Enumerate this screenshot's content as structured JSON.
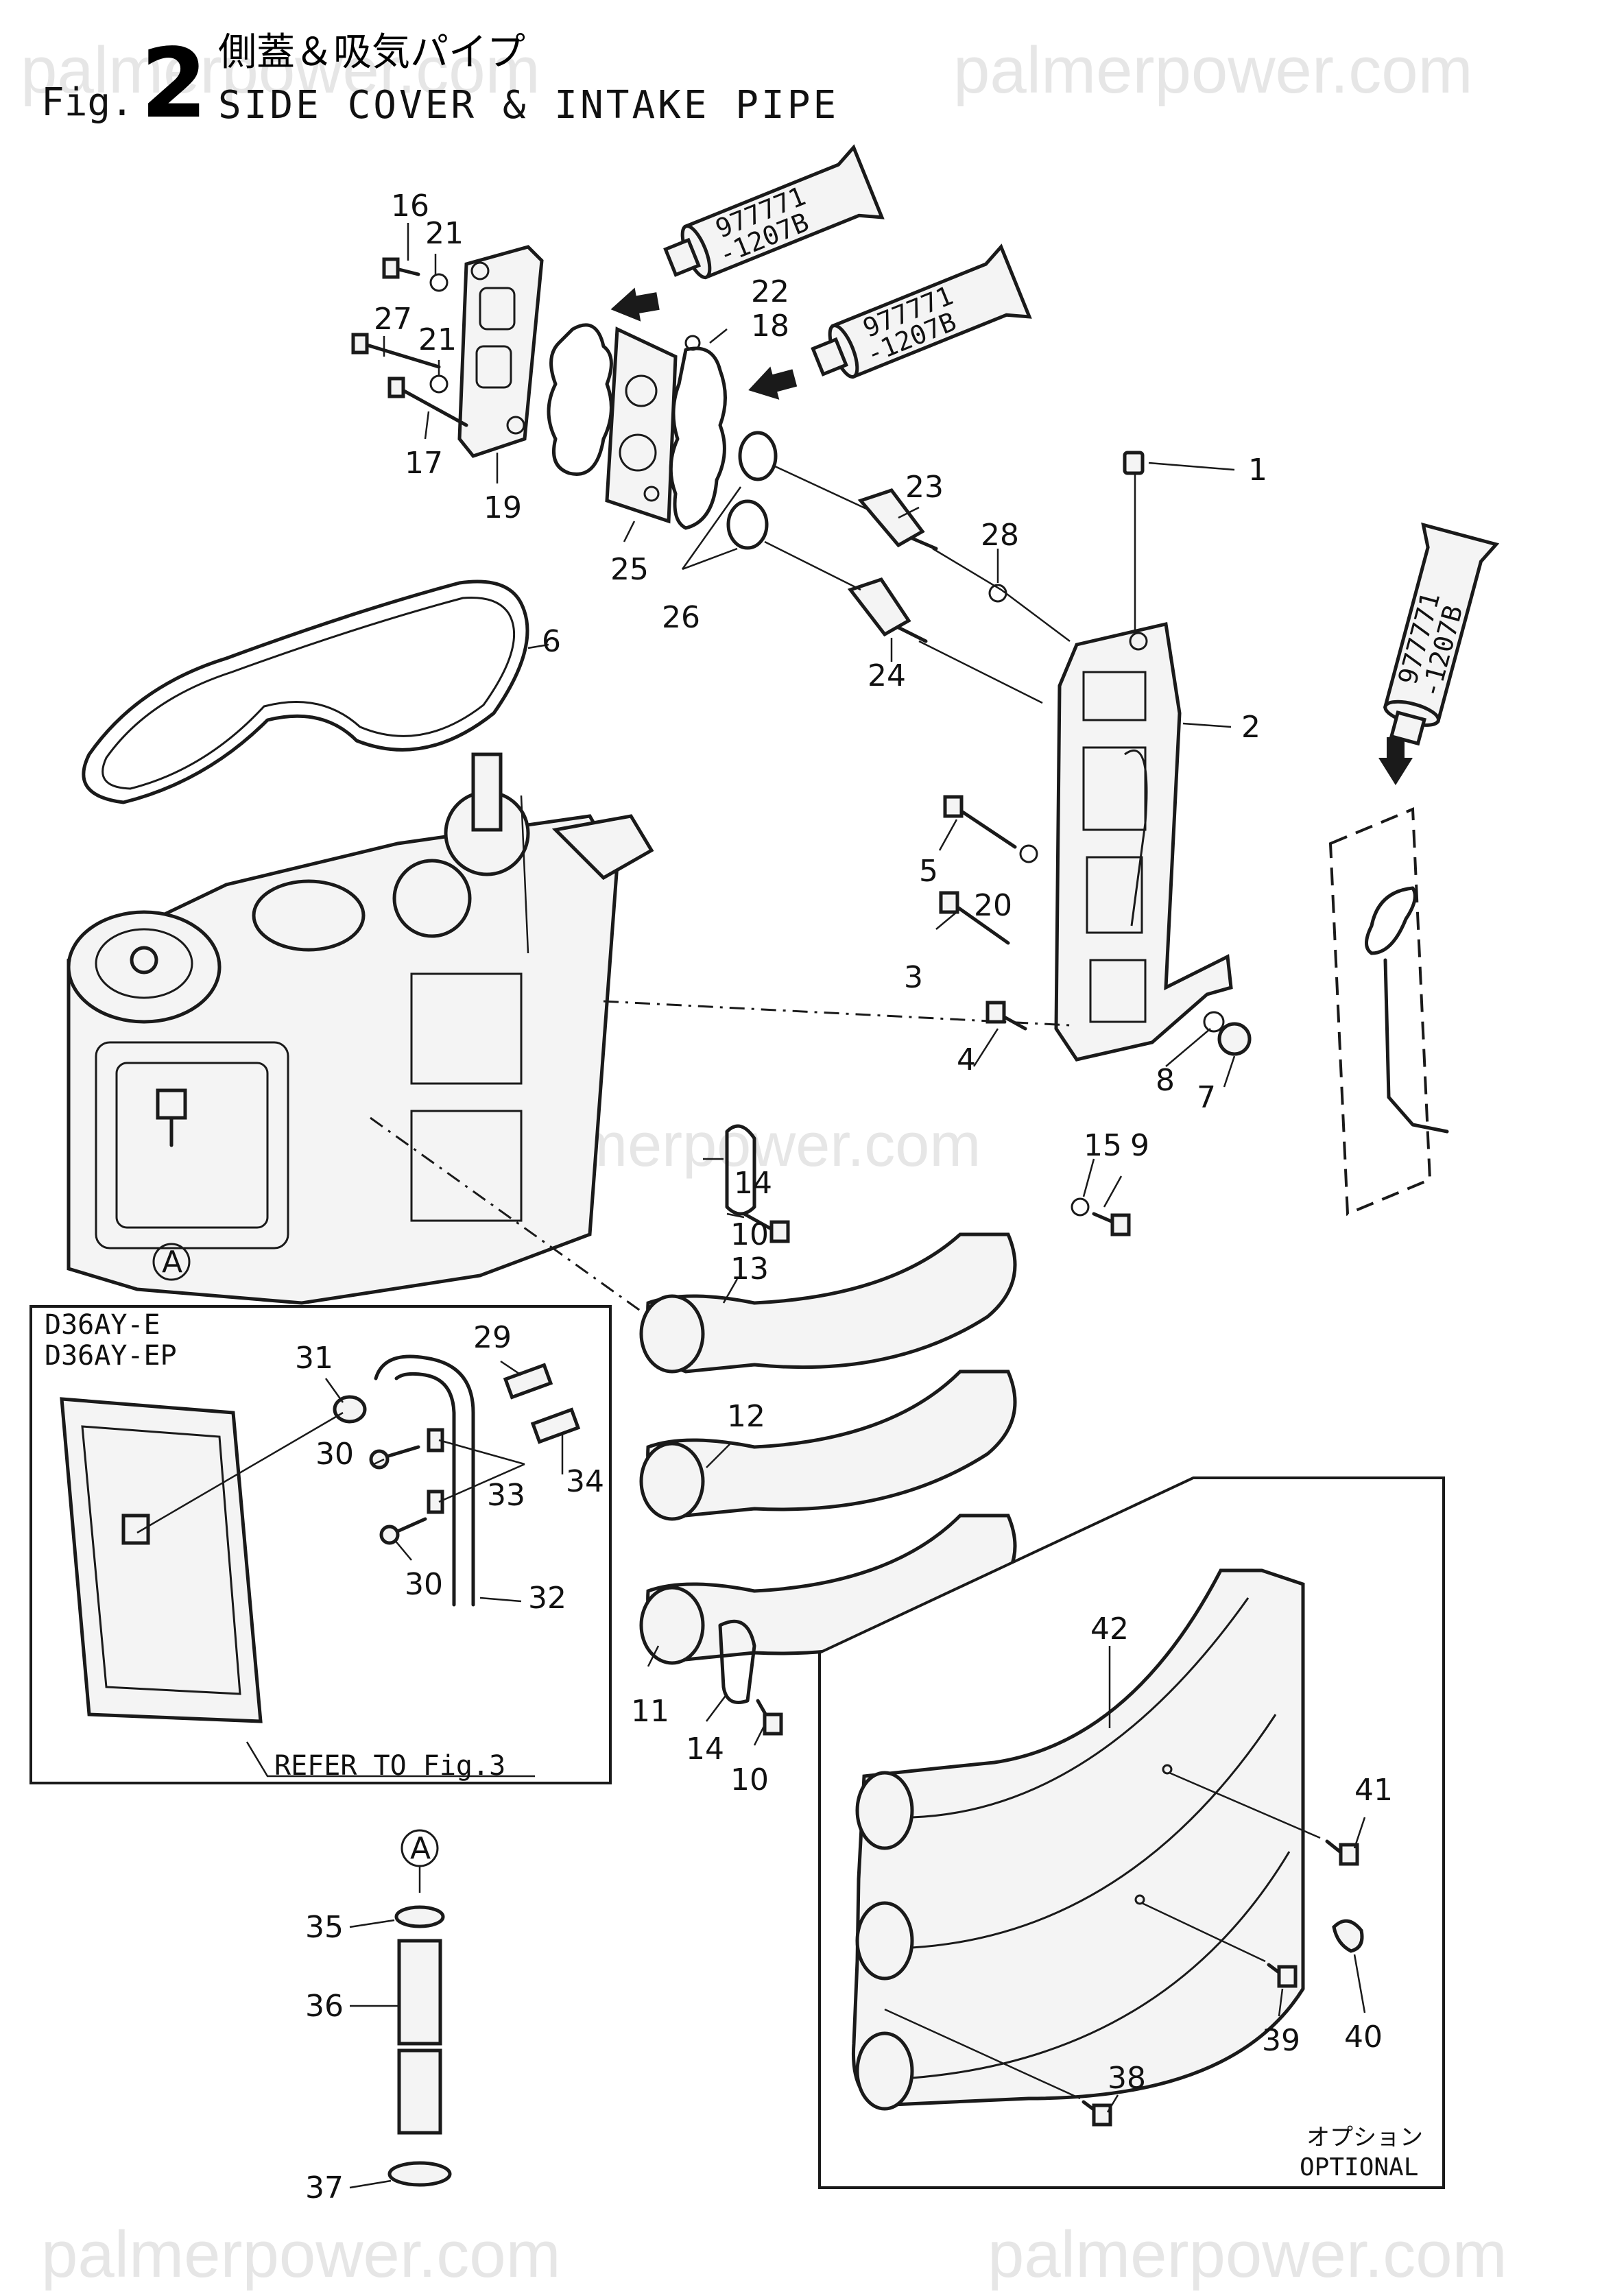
{
  "watermark": "palmerpower.com",
  "header": {
    "fig_prefix": "Fig.",
    "fig_number": "2",
    "title_jp": "側蓋＆吸気パイプ",
    "title_en": "SIDE COVER & INTAKE PIPE"
  },
  "sealant_tubes": [
    {
      "line1": "977771",
      "line2": "-1207B"
    },
    {
      "line1": "977771",
      "line2": "-1207B"
    },
    {
      "line1": "977771",
      "line2": "-1207B"
    }
  ],
  "inset": {
    "model1": "D36AY-E",
    "model2": "D36AY-EP",
    "refer": "REFER TO Fig.3"
  },
  "optional_box": {
    "label_jp": "オプション",
    "label_en": "OPTIONAL"
  },
  "detail_marker": "A",
  "callouts": [
    "1",
    "2",
    "3",
    "4",
    "5",
    "6",
    "7",
    "8",
    "9",
    "10",
    "10",
    "11",
    "12",
    "13",
    "14",
    "14",
    "15",
    "16",
    "17",
    "18",
    "19",
    "20",
    "21",
    "21",
    "22",
    "23",
    "24",
    "25",
    "26",
    "27",
    "28",
    "29",
    "30",
    "30",
    "31",
    "32",
    "33",
    "34",
    "35",
    "36",
    "37",
    "38",
    "39",
    "40",
    "41",
    "42"
  ]
}
